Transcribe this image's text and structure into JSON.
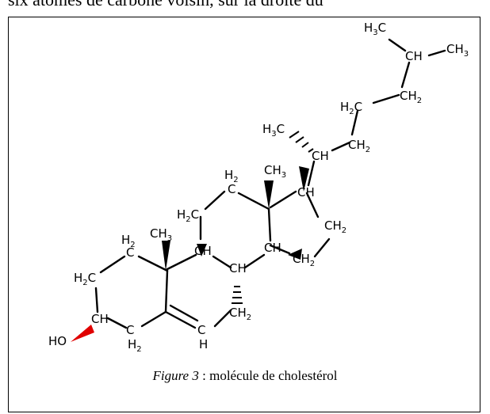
{
  "document": {
    "top_text": "six atomes de carbone voisin, sur la droite du"
  },
  "figure": {
    "caption_label": "Figure 3",
    "caption_separator": " : ",
    "caption_text": "molécule de cholestérol",
    "highlight_color": "#e00000",
    "atoms": {
      "c1": "CH",
      "c1_sub": "3",
      "c1_pre": "H",
      "c1_pre_sub": "3",
      "c1_post": "C",
      "c_iso_ch": "CH",
      "c_me2": "CH",
      "c_me2_sub": "3",
      "c_h2c_a": "H",
      "c_h2c_a_sub": "2",
      "c_h2c_a_post": "C",
      "c_ch2_a": "CH",
      "c_ch2_a_sub": "2",
      "c_h3c_side": "H",
      "c_h3c_side_sub": "3",
      "c_h3c_side_post": "C",
      "c_ch_side": "CH",
      "c_ch2_b": "CH",
      "c_ch2_b_sub": "2",
      "c_ch3_d": "CH",
      "c_ch3_d_sub": "3",
      "c_ch_d": "CH",
      "c_h2_top": "H",
      "c_h2_top_sub": "2",
      "c_c_top": "C",
      "c_h2c_c": "H",
      "c_h2c_c_sub": "2",
      "c_h2c_c_post": "C",
      "c_ch2_r": "CH",
      "c_ch2_r_sub": "2",
      "c_ch_mid": "CH",
      "c_ch2_r2": "CH",
      "c_ch2_r2_sub": "2",
      "c_ch_8": "CH",
      "c_ch_9": "CH",
      "c_ch3_a": "CH",
      "c_ch3_a_sub": "3",
      "c_h2_a": "H",
      "c_h2_a_sub": "2",
      "c_c_a": "C",
      "c_h2c_l": "H",
      "c_h2c_l_sub": "2",
      "c_h2c_l_post": "C",
      "c_ch_3": "CH",
      "c_ho": "HO",
      "c_c_4": "C",
      "c_h2_4": "H",
      "c_h2_4_sub": "2",
      "c_c_6": "C",
      "c_h_6": "H",
      "c_ch2_7": "CH",
      "c_ch2_7_sub": "2"
    }
  }
}
